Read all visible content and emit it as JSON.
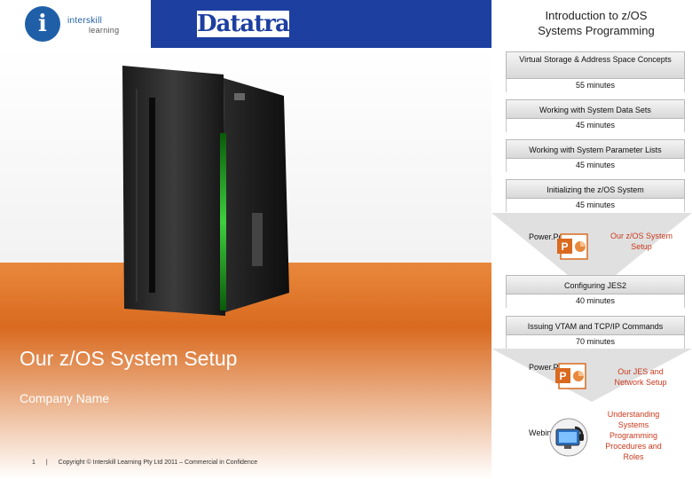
{
  "header": {
    "logo_mark": "i",
    "logo_line1": "interskill",
    "logo_line2": "learning",
    "brand": "Datatrain",
    "course_title_line1": "Introduction to z/OS",
    "course_title_line2": "Systems Programming"
  },
  "hero": {
    "title": "Our z/OS System Setup",
    "company": "Company Name"
  },
  "footer": {
    "page": "1",
    "separator": "|",
    "copyright": "Copyright © Interskill Learning Pty Ltd 2011 – Commercial in Confidence"
  },
  "agenda": [
    {
      "topic": "Virtual Storage & Address Space Concepts",
      "time": "55 minutes"
    },
    {
      "topic": "Working with System Data Sets",
      "time": "45 minutes"
    },
    {
      "topic": "Working with System Parameter Lists",
      "time": "45 minutes"
    },
    {
      "topic": "Initializing the z/OS System",
      "time": "45 minutes"
    },
    {
      "topic": "Configuring JES2",
      "time": "40 minutes"
    },
    {
      "topic": "Issuing VTAM and TCP/IP Commands",
      "time": "70 minutes"
    }
  ],
  "resources": [
    {
      "type": "PowerPoint",
      "label": "Power.Point",
      "title": "Our z/OS System Setup",
      "icon": "powerpoint-icon"
    },
    {
      "type": "PowerPoint",
      "label": "Power.Point",
      "title": "Our JES and Network Setup",
      "icon": "powerpoint-icon"
    },
    {
      "type": "Webinar",
      "label": "Webinar",
      "title": "Understanding Systems Programming Procedures and Roles",
      "icon": "webinar-icon"
    }
  ],
  "colors": {
    "header_band": "#1d3fa0",
    "hero_orange": "#e8883c",
    "accent_red": "#c8391d"
  }
}
